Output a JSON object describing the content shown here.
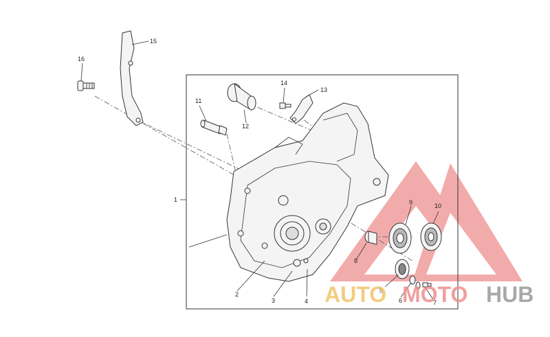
{
  "diagram": {
    "callouts": [
      {
        "id": "c1",
        "label": "1"
      },
      {
        "id": "c2",
        "label": "2"
      },
      {
        "id": "c3",
        "label": "3"
      },
      {
        "id": "c4",
        "label": "4"
      },
      {
        "id": "c5",
        "label": "5"
      },
      {
        "id": "c6",
        "label": "6"
      },
      {
        "id": "c7",
        "label": "7"
      },
      {
        "id": "c8",
        "label": "8"
      },
      {
        "id": "c9",
        "label": "9"
      },
      {
        "id": "c10",
        "label": "10"
      },
      {
        "id": "c11",
        "label": "11"
      },
      {
        "id": "c12",
        "label": "12"
      },
      {
        "id": "c13",
        "label": "13"
      },
      {
        "id": "c14",
        "label": "14"
      },
      {
        "id": "c15",
        "label": "15"
      },
      {
        "id": "c16",
        "label": "16"
      }
    ]
  },
  "watermark": {
    "part1": "AUTO",
    "part2": "MOTO",
    "part3": "HUB",
    "colors": {
      "auto": "#f2c46b",
      "moto": "#ee8f8f",
      "hub": "#9a9a9a",
      "triangle": "#ee8f8f"
    }
  }
}
